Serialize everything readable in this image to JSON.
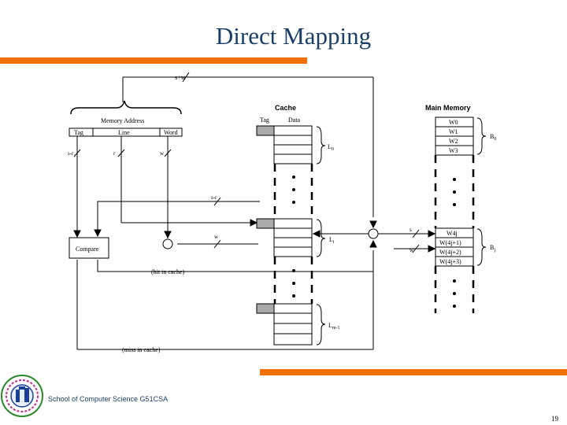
{
  "slide": {
    "title": "Direct Mapping",
    "footer": "School of Computer Science G51CSA",
    "page_number": "19",
    "accent_color": "#f07000",
    "title_color": "#1a3f66"
  },
  "diagram": {
    "address_width": "s+w",
    "memory_address": "Memory Address",
    "field_tag": "Tag",
    "field_line": "Line",
    "field_word": "Word",
    "bits_tag": "s-r",
    "bits_line": "r",
    "bits_word": "w",
    "bits_tag_to_cache": "s-r",
    "bits_word_to_cache": "w",
    "compare": "Compare",
    "hit": "(hit in cache)",
    "miss": "(miss in cache)",
    "cache_title": "Cache",
    "cache_tag_header": "Tag",
    "cache_data_header": "Data",
    "line_l0": "L",
    "line_l0_sub": "0",
    "line_li": "L",
    "line_li_sub": "i",
    "line_lm": "L",
    "line_lm_sub": "m-1",
    "mm_title": "Main Memory",
    "w0": "W0",
    "w1": "W1",
    "w2": "W2",
    "w3": "W3",
    "b0": "B",
    "b0_sub": "0",
    "w4j": "W4j",
    "w4j1": "W(4j+1)",
    "w4j2": "W(4j+2)",
    "w4j3": "W(4j+3)",
    "bj": "B",
    "bj_sub": "j",
    "bus_s": "s",
    "bus_w": "w"
  }
}
